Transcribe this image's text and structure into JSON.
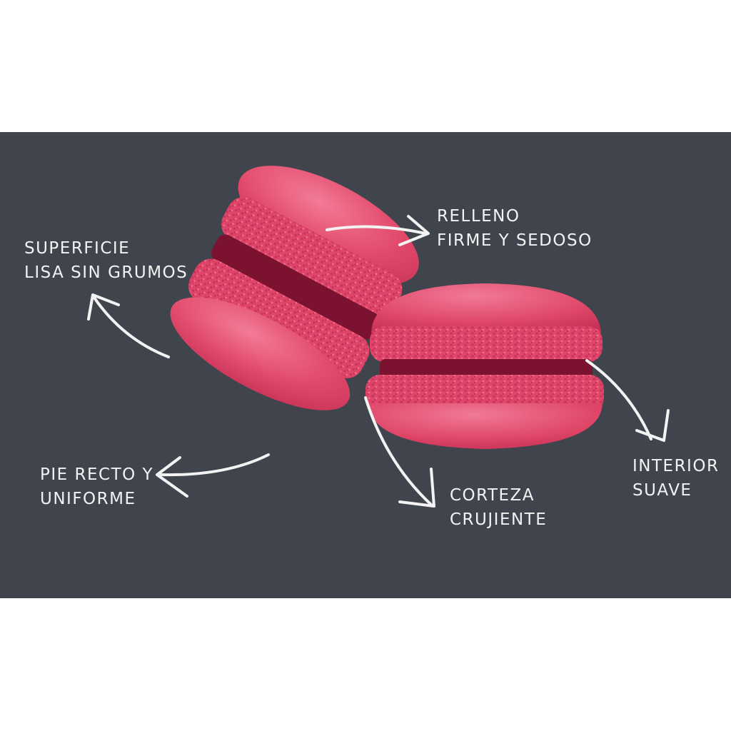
{
  "colors": {
    "page_background": "#ffffff",
    "panel_background": "#40444d",
    "macaron_shell": "#e24a6b",
    "macaron_foot": "#d63d62",
    "filling": "#7a1230",
    "annotation": "#f3f3f3"
  },
  "labels": {
    "superficie": {
      "line1": "SUPERFICIE",
      "line2": "LISA SIN GRUMOS"
    },
    "relleno": {
      "line1": "RELLENO",
      "line2": "FIRME Y  SEDOSO"
    },
    "pie": {
      "line1": "PIE RECTO Y",
      "line2": "UNIFORME"
    },
    "corteza": {
      "line1": "CORTEZA",
      "line2": "CRUJIENTE"
    },
    "interior": {
      "line1": "INTERIOR",
      "line2": "SUAVE"
    }
  }
}
